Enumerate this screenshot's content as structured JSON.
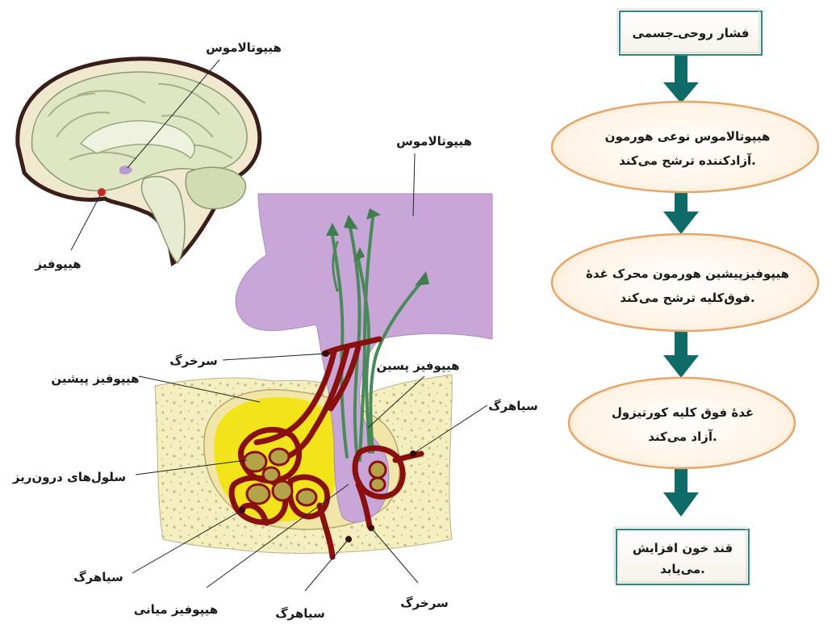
{
  "brain_inset": {
    "hypothalamus_label": "هیپوتالاموس",
    "pituitary_label": "هیپوفیز"
  },
  "pituitary_diagram": {
    "hypothalamus": "هیپوتالاموس",
    "artery_top": "سرخرگ",
    "anterior_pituitary": "هیپوفیز پیشین",
    "posterior_pituitary": "هیپوفیز پسین",
    "vein_right": "سیاهرگ",
    "endocrine_cells": "سلول‌های درون‌ریز",
    "vein_left": "سیاهرگ",
    "intermediate_pituitary": "هیپوفیز میانی",
    "vein_bottom": "سیاهرگ",
    "artery_bottom": "سرخرگ"
  },
  "flowchart": {
    "step1": "فشار روحی‌ـ‌جسمی",
    "step2_line1": "هیپوتالاموس نوعی هورمون",
    "step2_line2": "آزادکننده ترشح می‌کند.",
    "step3_line1": "هیپوفیزپیشین هورمون محرک غدهٔ",
    "step3_line2": "فوق‌کلیه ترشح می‌کند.",
    "step4_line1": "غدهٔ فوق کلیه کورتیزول",
    "step4_line2": "آزاد می‌کند.",
    "step5_line1": "قند خون افزایش",
    "step5_line2": "می‌یابد."
  },
  "colors": {
    "arrow": "#0e6b68",
    "bone": "#f4efbe",
    "gland": "#f2e31a",
    "hypothalamus": "#c8a6d8",
    "vessel": "#8a1010",
    "axon": "#4a8a5a",
    "brain": "#dfe6c4",
    "box_fill": "#fff6e8",
    "box_border": "#e6a56a"
  }
}
